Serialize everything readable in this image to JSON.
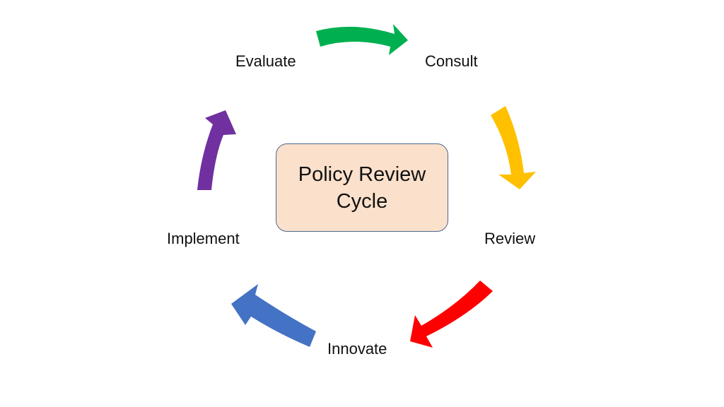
{
  "diagram": {
    "center_title": "Policy Review Cycle",
    "stages": [
      {
        "label": "Consult",
        "arrow_color": "#00b050"
      },
      {
        "label": "Review",
        "arrow_color": "#ffc000"
      },
      {
        "label": "Innovate",
        "arrow_color": "#ff0000"
      },
      {
        "label": "Implement",
        "arrow_color": "#4472c4"
      },
      {
        "label": "Evaluate",
        "arrow_color": "#7030a0"
      }
    ],
    "center_box_color": "#fbe0cb"
  }
}
